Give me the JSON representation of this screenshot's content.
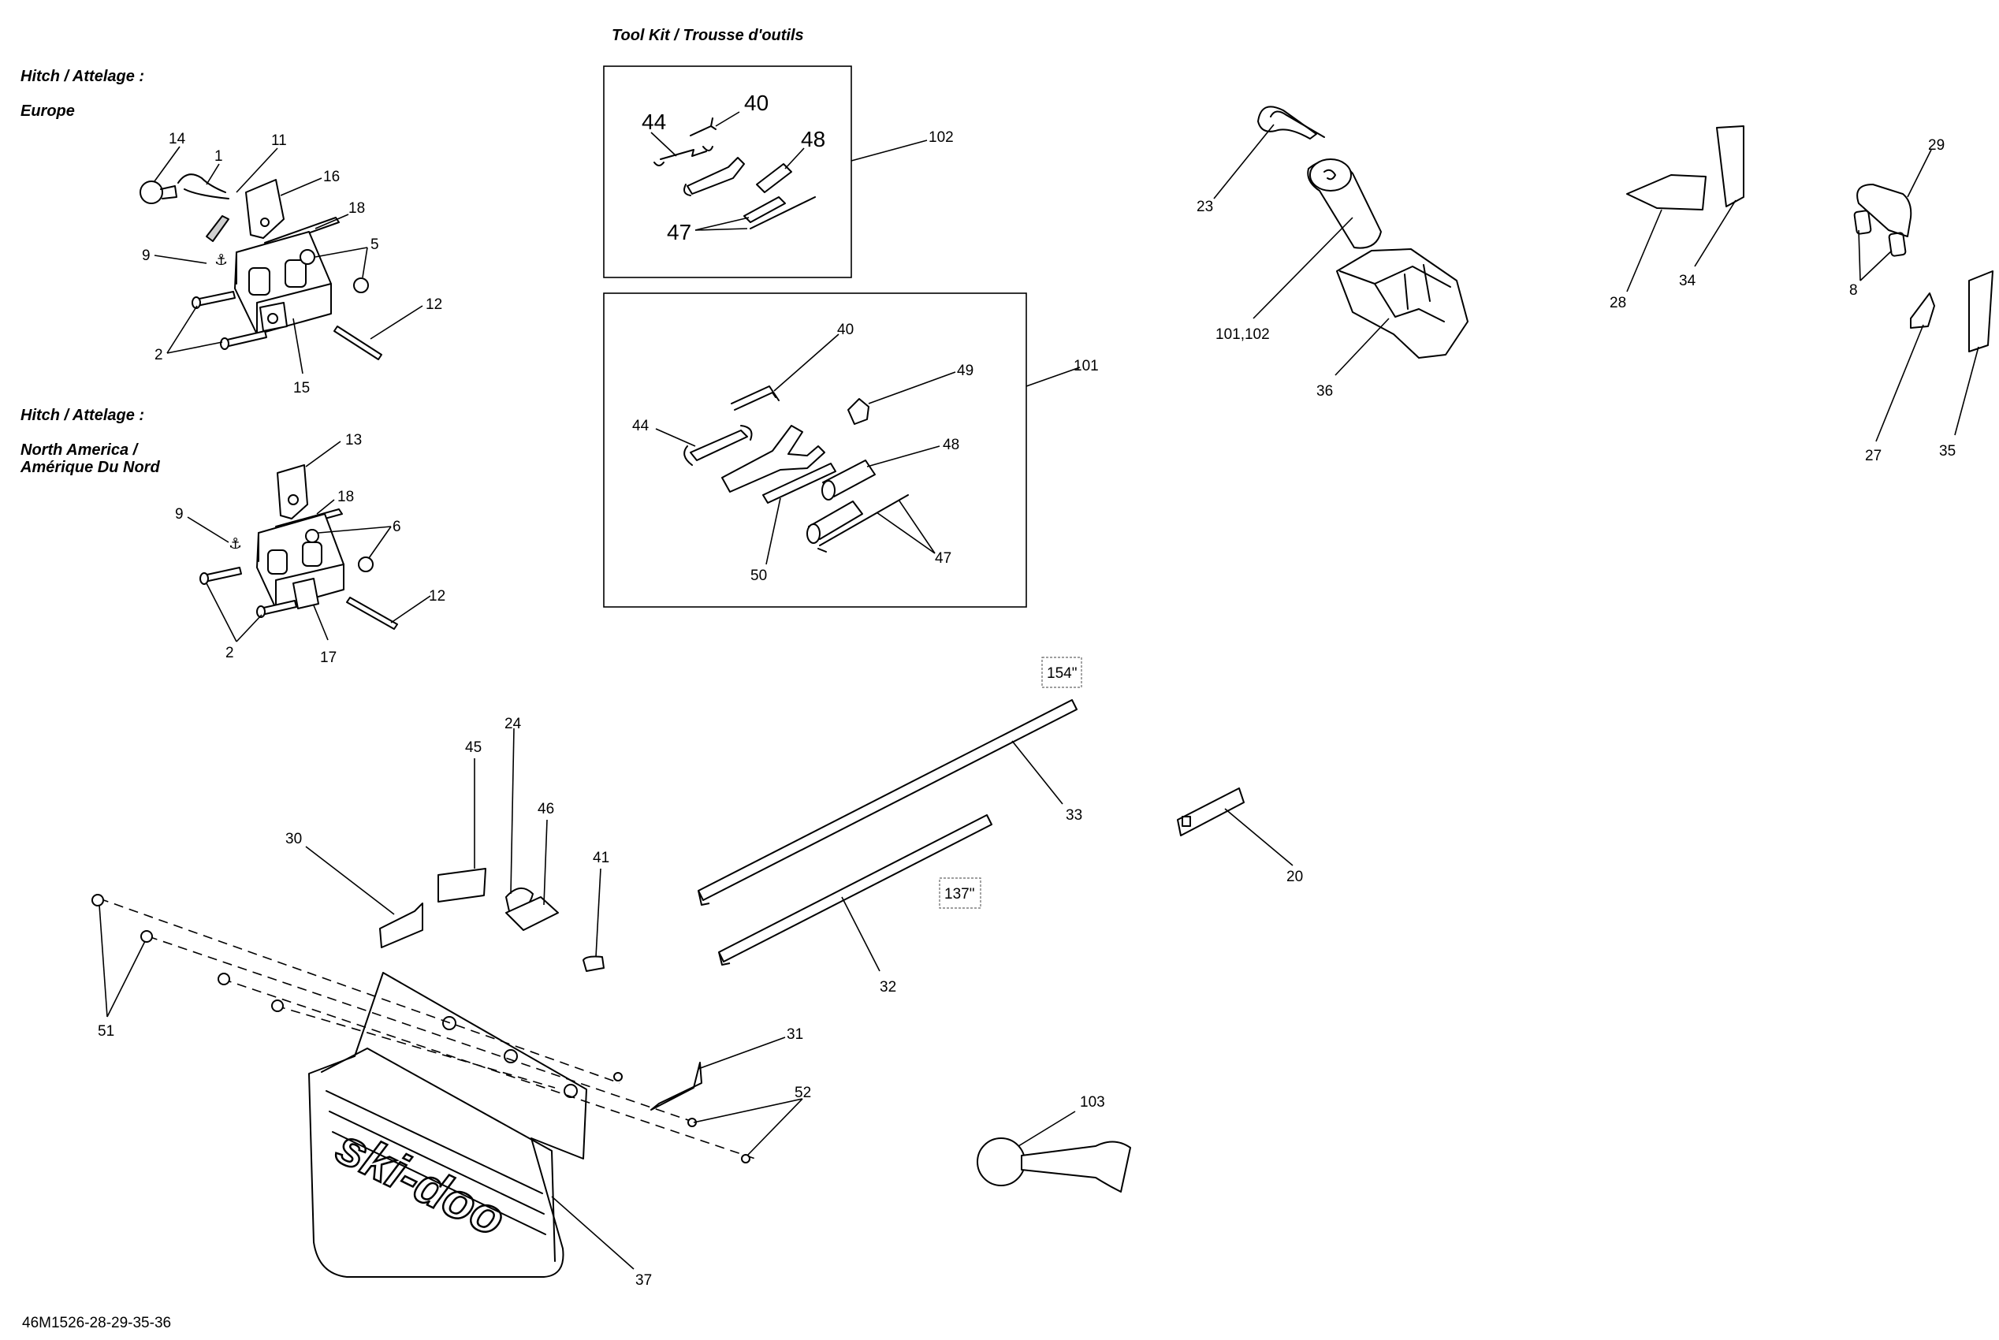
{
  "headings": {
    "tool_kit": "Tool Kit / Trousse d'outils",
    "hitch_europe_title": "Hitch / Attelage :",
    "hitch_europe_region": "Europe",
    "hitch_na_title": "Hitch / Attelage :",
    "hitch_na_region_1": "North America /",
    "hitch_na_region_2": "Amérique Du Nord"
  },
  "diagram_code": "46M1526-28-29-35-36",
  "size_labels": {
    "long": "154\"",
    "short": "137\""
  },
  "brand_logo": "ski-doo",
  "callouts": {
    "europe": [
      "14",
      "1",
      "11",
      "16",
      "18",
      "9",
      "5",
      "12",
      "2",
      "15"
    ],
    "north_america": [
      "13",
      "18",
      "9",
      "6",
      "12",
      "2",
      "17"
    ],
    "tool_kit_102": [
      "44",
      "40",
      "48",
      "47",
      "102"
    ],
    "tool_kit_101": [
      "40",
      "49",
      "44",
      "48",
      "101",
      "50",
      "47"
    ],
    "upper_right": [
      "23",
      "101,102",
      "36",
      "28",
      "34",
      "29",
      "8",
      "27",
      "35"
    ],
    "lower": [
      "45",
      "24",
      "46",
      "30",
      "41",
      "33",
      "32",
      "20",
      "51",
      "31",
      "52",
      "37",
      "103"
    ]
  }
}
